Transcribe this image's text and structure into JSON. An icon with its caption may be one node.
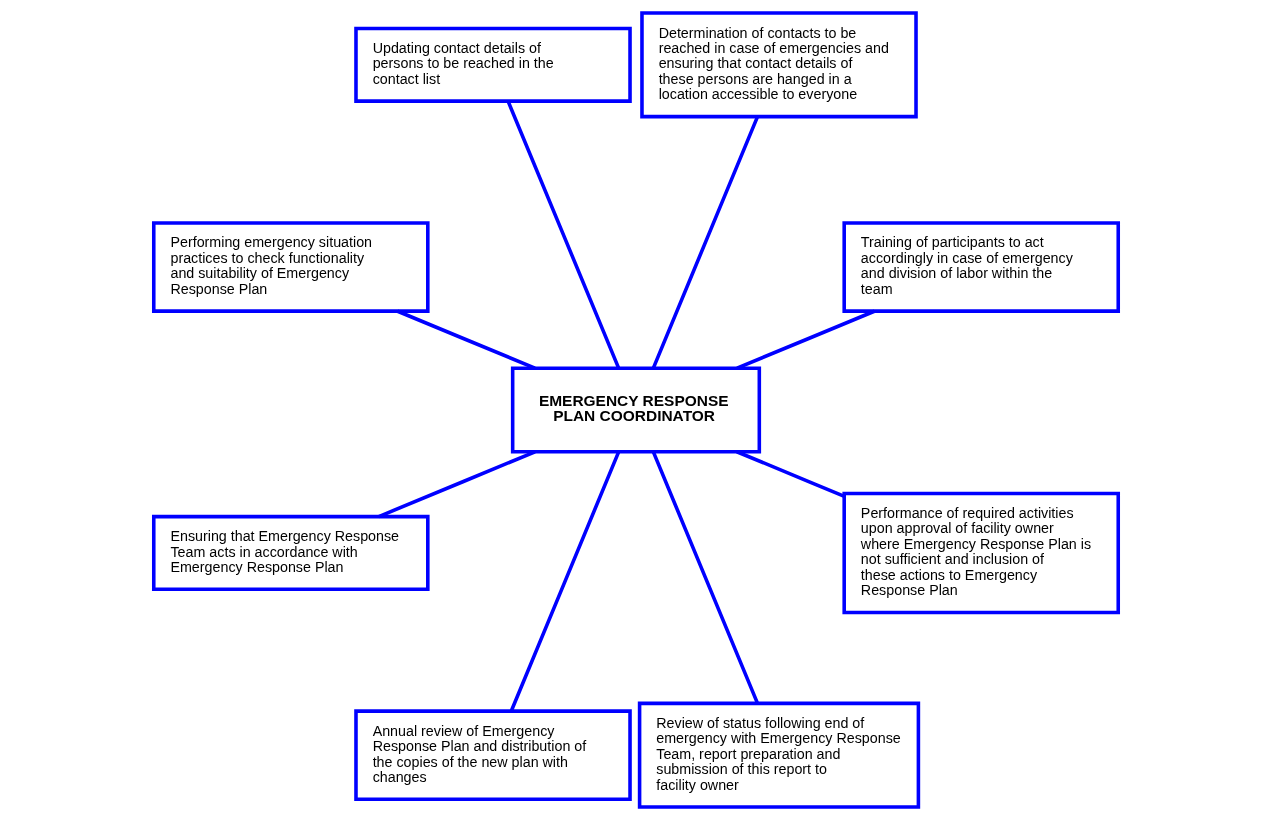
{
  "diagram": {
    "nodes": [
      {
        "text": [
          "Training of participants to act accordingly in case of emergency and division of labor within the team"
        ]
      },
      {
        "text": [
          "Determination of contacts to be reached in case of emergencies and ensuring that contact details of these persons are hanged in a location accessible to everyone"
        ]
      },
      {
        "text": [
          "Updating contact details of persons to be reached in the contact list"
        ]
      },
      {
        "text": [
          "Performing emergency situation practices to check functionality and suitability of Emergency Response Plan"
        ]
      },
      {
        "text": [
          "EMERGENCY RESPONSE PLAN COORDINATOR"
        ]
      },
      {
        "text": [
          "Ensuring that Emergency Response Team acts in accordance with Emergency Response Plan"
        ]
      },
      {
        "text": [
          "Annual review of Emergency Response Plan and distribution of the copies of the new plan with changes"
        ]
      },
      {
        "text": [
          "Review of status following end of emergency with Emergency Response Team, report preparation and submission of this report to facility owner"
        ]
      },
      {
        "text": [
          "Performance of required activities upon approval of facility owner where Emergency Response Plan is not sufficient and inclusion of these actions to Emergency Response Plan"
        ]
      }
    ],
    "edges": [
      {
        "from": 0,
        "to": 4,
        "arrow": "none"
      },
      {
        "from": 1,
        "to": 4,
        "arrow": "none"
      },
      {
        "from": 2,
        "to": 4,
        "arrow": "none"
      },
      {
        "from": 3,
        "to": 4,
        "arrow": "none"
      },
      {
        "from": 5,
        "to": 4,
        "arrow": "none"
      },
      {
        "from": 6,
        "to": 4,
        "arrow": "none"
      },
      {
        "from": 7,
        "to": 4,
        "arrow": "none"
      },
      {
        "from": 8,
        "to": 4,
        "arrow": "none"
      }
    ]
  }
}
